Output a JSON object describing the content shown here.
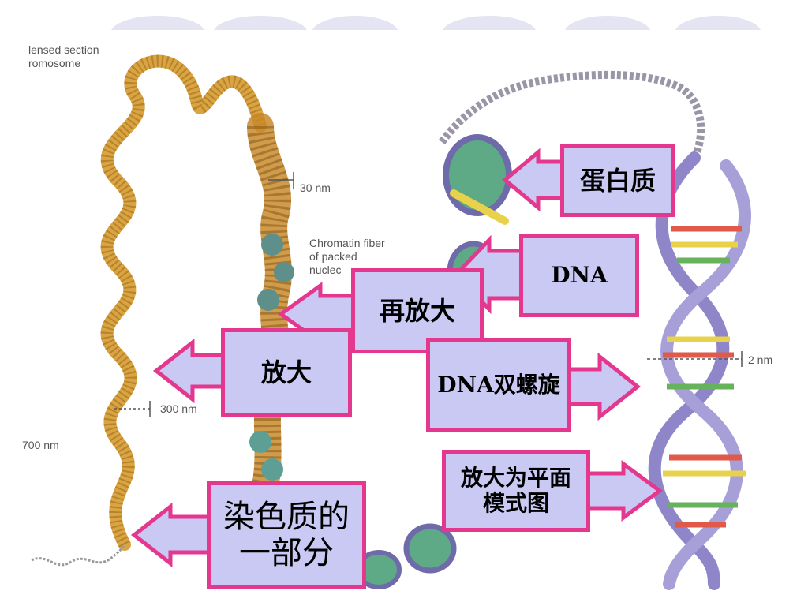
{
  "figure": {
    "chromosome_label": "lensed section\nromosome",
    "label_30nm": "30 nm",
    "chromatin_label": "Chromatin fiber\nof packed\nnuclec",
    "label_300nm": "300 nm",
    "label_700nm": "700 nm",
    "label_2nm": "2 nm"
  },
  "callouts": {
    "protein": "蛋白质",
    "dna": "DNA",
    "zoom_again": "再放大",
    "zoom": "放大",
    "double_helix": "DNA双螺旋",
    "flat_model_line1": "放大为平面",
    "flat_model_line2": "模式图",
    "chromatin_part_line1": "染色质的",
    "chromatin_part_line2": "一部分"
  },
  "colors": {
    "box_fill": "#c9c9f3",
    "box_border": "#e4388f",
    "arrow_fill": "#c9c9f3",
    "chromatin": "#d9a441",
    "histone": "#4f9f7a",
    "dna_helix": "#8f86c9"
  }
}
